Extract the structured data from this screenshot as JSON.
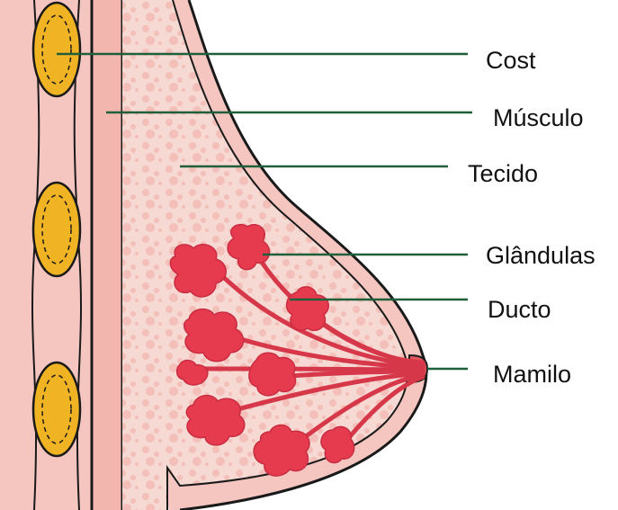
{
  "labels": {
    "cost": "Cost",
    "musculo": "Músculo",
    "tecido": "Tecido",
    "glandulas": "Glândulas",
    "ducto": "Ducto",
    "mamilo": "Mamilo"
  },
  "colors": {
    "leader_line": "#1f5f3a",
    "skin": "#f5c6c0",
    "tissue_dots": "#f2aaa3",
    "gland": "#e63b4f",
    "rib": "#f0b323",
    "outline": "#1a1a1a"
  }
}
